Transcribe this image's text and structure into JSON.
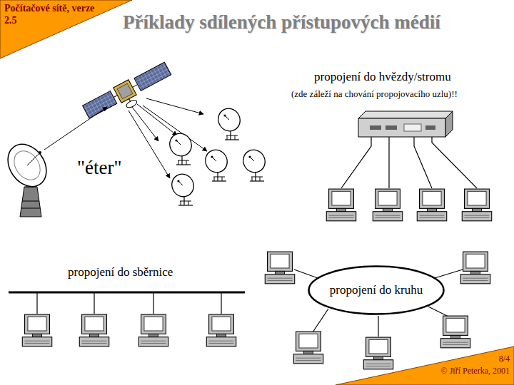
{
  "diagram": {
    "title": "Příklady sdílených přístupových médií",
    "nodes": [
      {
        "text": [
          "Počítačové sítě, verze 2.5"
        ]
      },
      {
        "text": [
          "propojení do kruhu"
        ]
      },
      {
        "text": [
          "8/4",
          "© Jiří Peterka, 2001"
        ]
      }
    ],
    "labels": [
      "\"éter\"",
      "propojení do hvězdy/stromu",
      "(zde záleží na chování propojovacího uzlu)!!",
      "propojení do sběrnice"
    ]
  }
}
